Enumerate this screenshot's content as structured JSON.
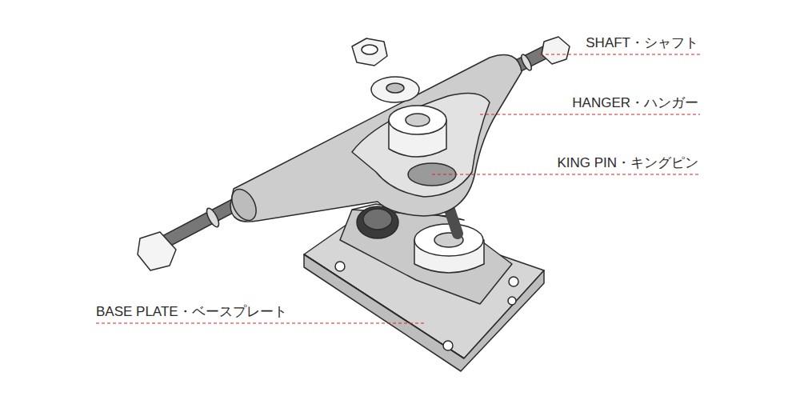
{
  "diagram": {
    "labels": [
      "SHAFT・シャフト",
      "HANGER・ハンガー",
      "KING PIN・キングピン",
      "BASE PLATE・ベースプレート"
    ]
  }
}
